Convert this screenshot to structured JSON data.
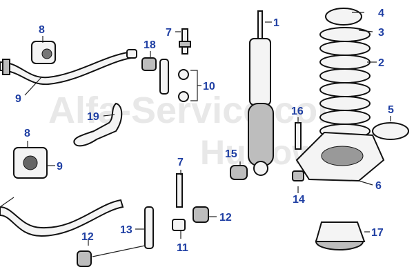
{
  "watermark": {
    "line1": "Alfa-Service.com",
    "line2": "Hurtownie",
    "color": "#e8e8e8"
  },
  "callouts": [
    {
      "id": "label-1",
      "text": "1"
    },
    {
      "id": "label-2",
      "text": "2"
    },
    {
      "id": "label-3",
      "text": "3"
    },
    {
      "id": "label-4",
      "text": "4"
    },
    {
      "id": "label-5",
      "text": "5"
    },
    {
      "id": "label-6",
      "text": "6"
    },
    {
      "id": "label-7a",
      "text": "7"
    },
    {
      "id": "label-7b",
      "text": "7"
    },
    {
      "id": "label-8a",
      "text": "8"
    },
    {
      "id": "label-8b",
      "text": "8"
    },
    {
      "id": "label-9a",
      "text": "9"
    },
    {
      "id": "label-9b",
      "text": "9"
    },
    {
      "id": "label-10",
      "text": "10"
    },
    {
      "id": "label-11",
      "text": "11"
    },
    {
      "id": "label-12a",
      "text": "12"
    },
    {
      "id": "label-12b",
      "text": "12"
    },
    {
      "id": "label-13",
      "text": "13"
    },
    {
      "id": "label-14",
      "text": "14"
    },
    {
      "id": "label-15",
      "text": "15"
    },
    {
      "id": "label-16",
      "text": "16"
    },
    {
      "id": "label-17",
      "text": "17"
    },
    {
      "id": "label-18",
      "text": "18"
    },
    {
      "id": "label-19",
      "text": "19"
    }
  ],
  "label_color": "#1f3fa3"
}
